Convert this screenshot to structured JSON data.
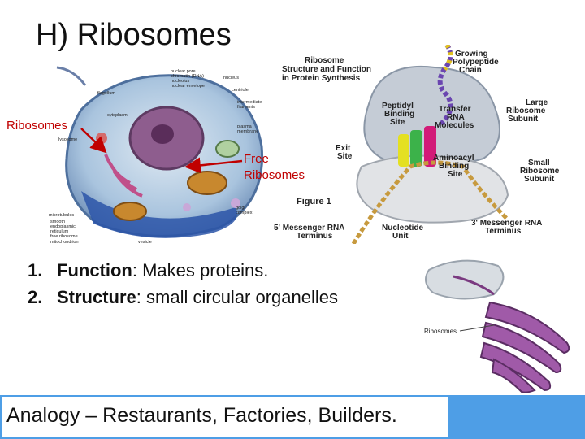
{
  "title": "H) Ribosomes",
  "cell_figure": {
    "callout_ribosomes": "Ribosomes",
    "callout_free": [
      "Free",
      "Ribosomes"
    ],
    "labels": {
      "nuclear_pore": "nuclear pore",
      "chromatin": "chromatin (DNA)",
      "nucleolus": "nucleolus",
      "nuclear_envelope": "nuclear envelope",
      "centriole": "centriole",
      "flagellum": "flagellum",
      "intermediate_filaments": [
        "intermediate",
        "filaments"
      ],
      "cytoplasm": "cytoplasm",
      "plasma_membrane": [
        "plasma",
        "membrane"
      ],
      "lysosome": "lysosome",
      "golgi_complex": [
        "golgi",
        "complex"
      ],
      "microtubules": "microtubules",
      "smooth_er": [
        "smooth",
        "endoplasmic",
        "reticulum"
      ],
      "free_ribosome": "free ribosome",
      "mitochondrion": "mitochondrion",
      "vesicle": "vesicle"
    }
  },
  "ribosome_figure": {
    "title": [
      "Ribosome",
      "Structure and Function",
      "in Protein Synthesis"
    ],
    "growing_chain": [
      "Growing",
      "Polypeptide",
      "Chain"
    ],
    "peptidyl_site": [
      "Peptidyl",
      "Binding",
      "Site"
    ],
    "transfer_rna": [
      "Transfer",
      "RNA",
      "Molecules"
    ],
    "large_subunit": [
      "Large",
      "Ribosome",
      "Subunit"
    ],
    "exit_site": [
      "Exit",
      "Site"
    ],
    "aminoacyl_site": [
      "Aminoacyl",
      "Binding",
      "Site"
    ],
    "small_subunit": [
      "Small",
      "Ribosome",
      "Subunit"
    ],
    "figure_number": "Figure 1",
    "mrna_5": [
      "5' Messenger RNA",
      "Terminus"
    ],
    "nucleotide_unit": [
      "Nucleotide",
      "Unit"
    ],
    "mrna_3": [
      "3' Messenger RNA",
      "Terminus"
    ]
  },
  "er_figure": {
    "label": "Ribosomes"
  },
  "bullets": [
    {
      "num": "1.",
      "term": "Function",
      "sep": ":  ",
      "text": "Makes proteins."
    },
    {
      "num": "2.",
      "term": "Structure",
      "sep": ": ",
      "text": "small circular organelles"
    }
  ],
  "analogy": "Analogy – Restaurants, Factories, Builders.",
  "colors": {
    "accent_bar": "#4e9ee6",
    "callout_red": "#c00000"
  }
}
